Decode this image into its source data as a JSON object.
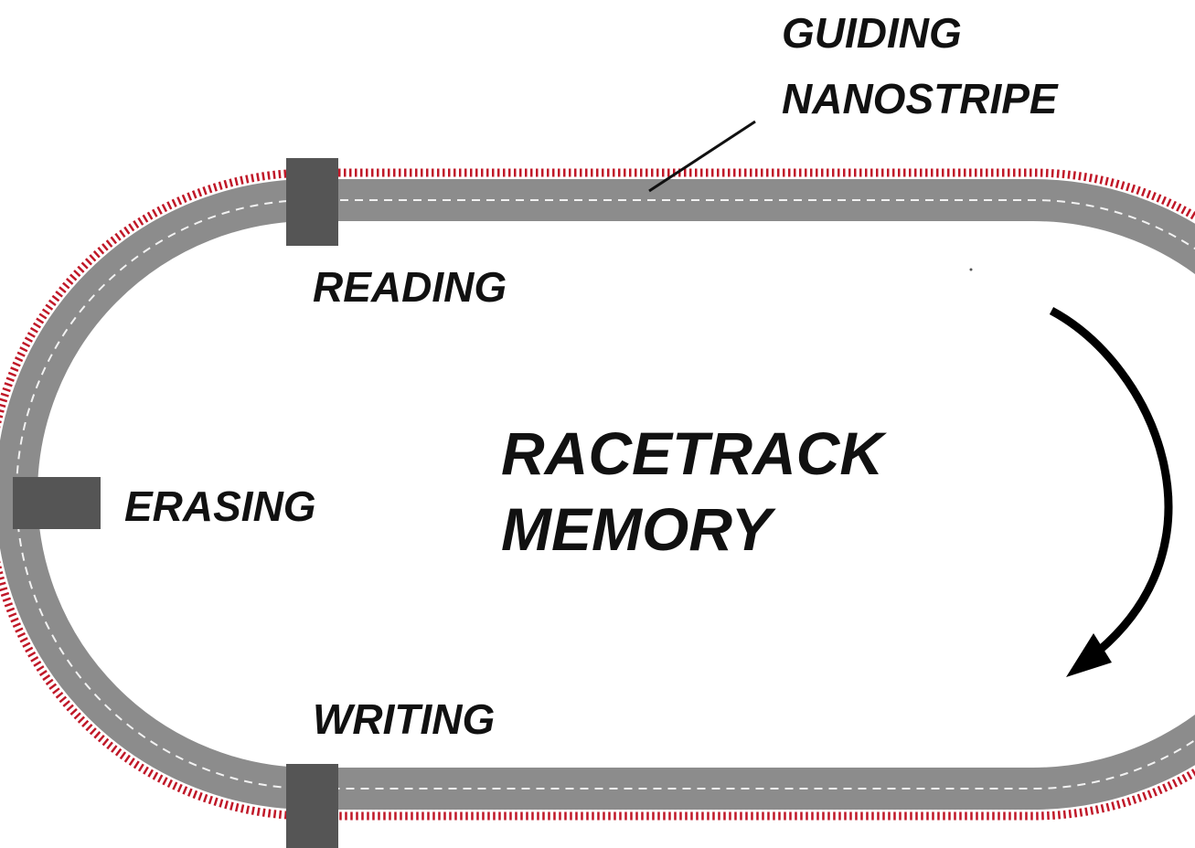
{
  "labels": {
    "guiding_line1": "GUIDING",
    "guiding_line2": "NANOSTRIPE",
    "reading": "READING",
    "erasing": "ERASING",
    "writing": "WRITING",
    "title_line1": "RACETRACK",
    "title_line2": "MEMORY"
  },
  "colors": {
    "background": "#ffffff",
    "track": "#8c8c8c",
    "track_center_dash": "#f2f2f2",
    "edge_ticks": "#c01828",
    "head_blocks": "#555555",
    "text": "#111111",
    "arrow": "#000000"
  }
}
